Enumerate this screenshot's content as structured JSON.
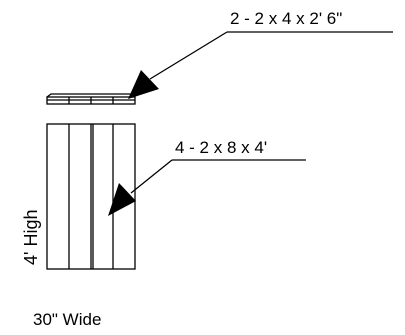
{
  "labels": {
    "top_board_callout": "2 - 2 x 4 x 2' 6\"",
    "side_board_callout": "4 - 2 x 8 x 4'",
    "height": "4' High",
    "width": "30\" Wide"
  }
}
